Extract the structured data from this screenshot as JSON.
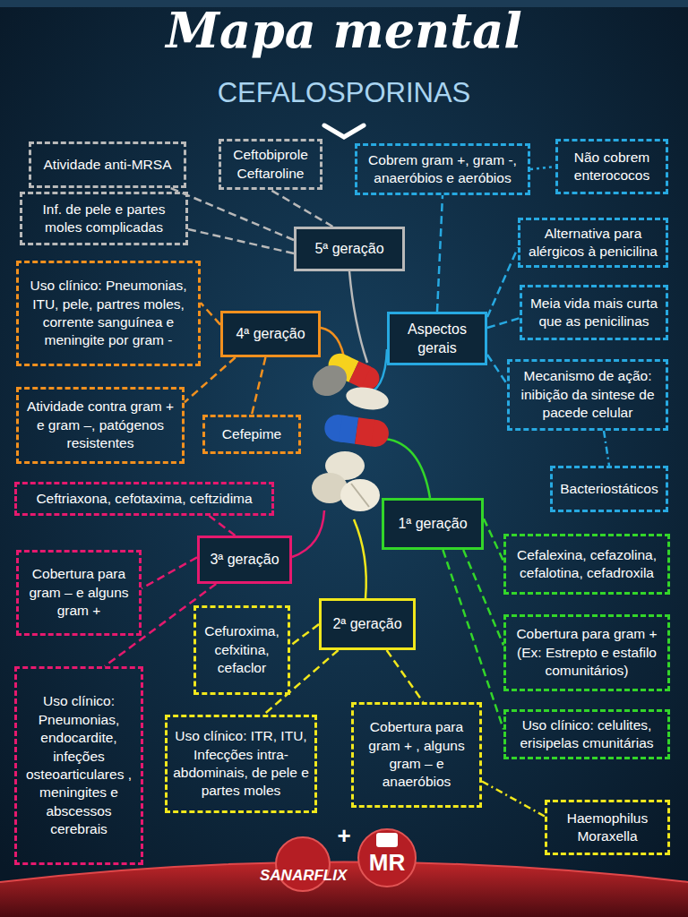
{
  "diagram": {
    "title": "Mapa mental",
    "nodes": [
      {
        "text": [
          "Ceftobiprole Ceftaroline"
        ]
      },
      {
        "text": [
          "Atividade anti-MRSA"
        ]
      },
      {
        "text": [
          "Inf. de pele e partes moles complicadas"
        ]
      },
      {
        "text": [
          "5ª geração"
        ]
      },
      {
        "text": [
          "Cobrem gram +, gram -, anaeróbios e aeróbios"
        ]
      },
      {
        "text": [
          "Não cobrem enterococos"
        ]
      },
      {
        "text": [
          "Alternativa para alérgicos à penicilina"
        ]
      },
      {
        "text": [
          "Meia vida mais curta que as penicilinas"
        ]
      },
      {
        "text": [
          "Aspectos gerais"
        ]
      },
      {
        "text": [
          "Mecanismo de ação: inibição da sintese de pacede celular"
        ]
      },
      {
        "text": [
          "Bacteriostáticos"
        ]
      },
      {
        "text": [
          "Uso clínico: Pneumonias, ITU, pele, partres moles, corrente sanguínea e meningite por gram -"
        ]
      },
      {
        "text": [
          "4ª geração"
        ]
      },
      {
        "text": [
          "Atividade contra gram + e gram –, patógenos resistentes"
        ]
      },
      {
        "text": [
          "Cefepime"
        ]
      },
      {
        "text": [
          "Ceftriaxona, cefotaxima, ceftzidima"
        ]
      },
      {
        "text": [
          "1ª geração"
        ]
      },
      {
        "text": [
          "Cobertura para gram – e alguns gram +"
        ]
      },
      {
        "text": [
          "3ª geração"
        ]
      },
      {
        "text": [
          "Cefalexina, cefazolina, cefalotina, cefadroxila"
        ]
      },
      {
        "text": [
          "Cefuroxima, cefxitina, cefaclor"
        ]
      },
      {
        "text": [
          "2ª geração"
        ]
      },
      {
        "text": [
          "Cobertura para gram + (Ex: Estrepto e estafilo comunitários)"
        ]
      },
      {
        "text": [
          "Uso clínico: Pneumonias, endocardite, infeções osteoarticulares , meningites e abscessos cerebrais"
        ]
      },
      {
        "text": [
          "Uso clínico: ITR, ITU, Infecções intra-abdominais, de pele e partes moles"
        ]
      },
      {
        "text": [
          "Cobertura para gram + , alguns gram – e anaeróbios"
        ]
      },
      {
        "text": [
          "Uso clínico: celulites, erisipelas cmunitárias"
        ]
      },
      {
        "text": [
          "Haemophilus Moraxella"
        ]
      }
    ],
    "edges": [
      {
        "from": 3,
        "to": 0,
        "arrow": "none"
      },
      {
        "from": 3,
        "to": 1,
        "arrow": "none"
      },
      {
        "from": 3,
        "to": 2,
        "arrow": "none"
      },
      {
        "from": 8,
        "to": 4,
        "arrow": "none"
      },
      {
        "from": 4,
        "to": 5,
        "arrow": "none"
      },
      {
        "from": 8,
        "to": 6,
        "arrow": "none"
      },
      {
        "from": 8,
        "to": 7,
        "arrow": "none"
      },
      {
        "from": 8,
        "to": 9,
        "arrow": "none"
      },
      {
        "from": 9,
        "to": 10,
        "arrow": "none"
      },
      {
        "from": 12,
        "to": 11,
        "arrow": "none"
      },
      {
        "from": 12,
        "to": 13,
        "arrow": "none"
      },
      {
        "from": 12,
        "to": 14,
        "arrow": "none"
      },
      {
        "from": 18,
        "to": 15,
        "arrow": "none"
      },
      {
        "from": 18,
        "to": 17,
        "arrow": "none"
      },
      {
        "from": 18,
        "to": 23,
        "arrow": "none"
      },
      {
        "from": 16,
        "to": 19,
        "arrow": "none"
      },
      {
        "from": 16,
        "to": 22,
        "arrow": "none"
      },
      {
        "from": 16,
        "to": 26,
        "arrow": "none"
      },
      {
        "from": 21,
        "to": 20,
        "arrow": "none"
      },
      {
        "from": 21,
        "to": 24,
        "arrow": "none"
      },
      {
        "from": 21,
        "to": 25,
        "arrow": "none"
      },
      {
        "from": 25,
        "to": 27,
        "arrow": "none"
      }
    ],
    "labels": [
      "CEFALOSPORINAS",
      "SANARFLIX",
      "+",
      "MR"
    ]
  }
}
